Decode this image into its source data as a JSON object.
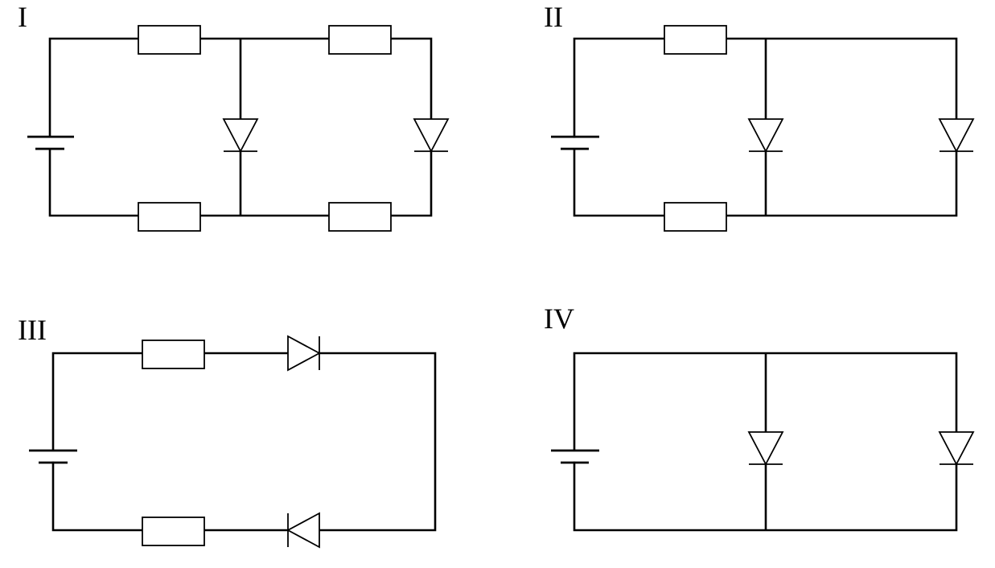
{
  "circuits": [
    {
      "label": "I"
    },
    {
      "label": "II"
    },
    {
      "label": "III"
    },
    {
      "label": "IV"
    }
  ]
}
